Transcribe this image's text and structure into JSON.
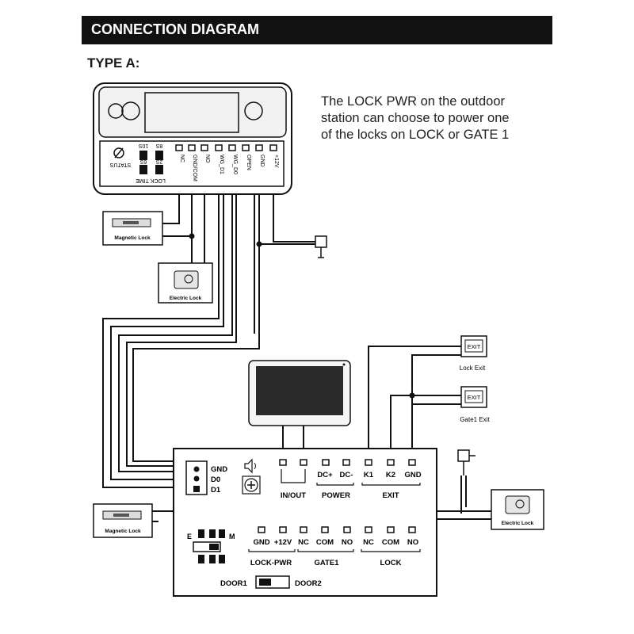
{
  "header": {
    "title": "CONNECTION DIAGRAM"
  },
  "section_label": "TYPE A:",
  "note_lines": [
    "The LOCK PWR on the outdoor",
    "station can choose to power one",
    "of the locks on LOCK or GATE 1"
  ],
  "outdoor_station": {
    "terminals": [
      "NC",
      "GND/COM",
      "NO",
      "WG_D1",
      "WG_D0",
      "OPEN",
      "GND",
      "+12V"
    ],
    "switch_labels": {
      "s10": "10S",
      "s8": "8S",
      "s6": "6S",
      "s2": "2S",
      "status": "STATUS",
      "lock_time": "LOCK TIME"
    }
  },
  "devices": {
    "magnetic_lock": "Magnetic Lock",
    "electric_lock": "Electric Lock",
    "exit_button": "EXIT",
    "lock_exit": "Lock Exit",
    "gate1_exit": "Gate1 Exit"
  },
  "monitor_board": {
    "bus": [
      "GND",
      "D0",
      "D1"
    ],
    "in_out": "IN/OUT",
    "power_terminals": [
      "DC+",
      "DC-"
    ],
    "power": "POWER",
    "exit_terminals": [
      "K1",
      "K2",
      "GND"
    ],
    "exit": "EXIT",
    "lock_pwr_terminals": [
      "GND",
      "+12V"
    ],
    "lock_pwr": "LOCK-PWR",
    "gate1_terminals": [
      "NC",
      "COM",
      "NO"
    ],
    "gate1": "GATE1",
    "lock_terminals": [
      "NC",
      "COM",
      "NO"
    ],
    "lock": "LOCK",
    "jumper_e": "E",
    "jumper_m": "M",
    "door1": "DOOR1",
    "door2": "DOOR2"
  }
}
